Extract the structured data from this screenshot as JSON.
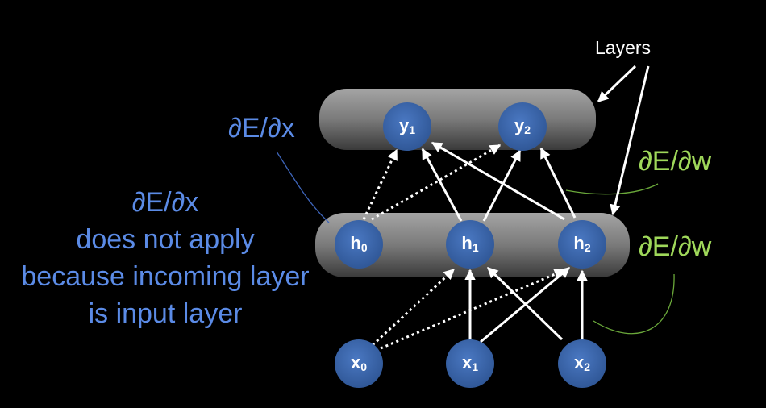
{
  "labels": {
    "layers": "Layers",
    "dEdx_top": "∂E/∂x",
    "dEdw_upper": "∂E/∂w",
    "dEdw_lower": "∂E/∂w",
    "note_line1": "∂E/∂x",
    "note_line2": "does not apply",
    "note_line3": "because incoming layer",
    "note_line4": "is input layer"
  },
  "nodes": {
    "y1": {
      "base": "y",
      "sub": "1"
    },
    "y2": {
      "base": "y",
      "sub": "2"
    },
    "h0": {
      "base": "h",
      "sub": "0"
    },
    "h1": {
      "base": "h",
      "sub": "1"
    },
    "h2": {
      "base": "h",
      "sub": "2"
    },
    "x0": {
      "base": "x",
      "sub": "0"
    },
    "x1": {
      "base": "x",
      "sub": "1"
    },
    "x2": {
      "base": "x",
      "sub": "2"
    }
  },
  "colors": {
    "background": "#000000",
    "node_fill": "#3a64a8",
    "layer_band": "#8a8a8a",
    "blue_text": "#5b8be6",
    "green_text": "#9fd85a",
    "arrow": "#ffffff"
  }
}
